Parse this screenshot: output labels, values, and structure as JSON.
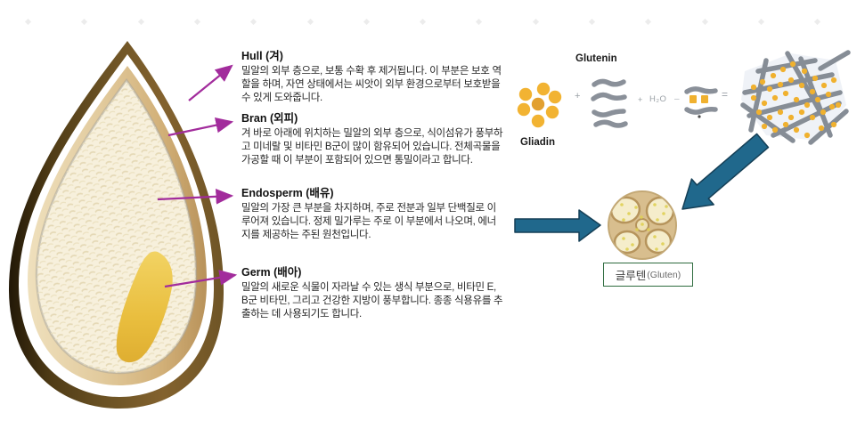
{
  "grain": {
    "illustration": "wheat-kernel-cross-section",
    "sections": [
      {
        "id": "hull",
        "title": "Hull (겨)",
        "body": "밀알의 외부 층으로, 보통 수확 후 제거됩니다. 이 부분은 보호 역할을 하며, 자연 상태에서는 씨앗이 외부 환경으로부터 보호받을 수 있게 도와줍니다."
      },
      {
        "id": "bran",
        "title": "Bran (외피)",
        "body": "겨 바로 아래에 위치하는 밀알의 외부 층으로, 식이섬유가 풍부하고 미네랄 및 비타민 B군이 많이 함유되어 있습니다. 전체곡물을 가공할 때 이 부분이 포함되어 있으면 통밀이라고 합니다."
      },
      {
        "id": "endosperm",
        "title": "Endosperm (배유)",
        "body": "밀알의 가장 큰 부분을 차지하며, 주로 전분과 일부 단백질로 이루어져 있습니다. 정제 밀가루는 주로 이 부분에서 나오며, 에너지를 제공하는 주된 원천입니다."
      },
      {
        "id": "germ",
        "title": "Germ (배아)",
        "body": "밀알의 새로운 식물이 자라날 수 있는 생식 부분으로, 비타민 E, B군 비타민, 그리고 건강한 지방이 풍부합니다. 종종 식용유를 추출하는 데 사용되기도 합니다."
      }
    ]
  },
  "equation": {
    "gliadin_label": "Gliadin",
    "glutenin_label": "Glutenin",
    "plus1": "+",
    "plus2": "+",
    "water": "H₂O",
    "dash": "–",
    "equals": "=",
    "result_label_ko": "글루텐",
    "result_label_en": "(Gluten)"
  },
  "colors": {
    "pointer_magenta": "#A22C9C",
    "arrow_teal": "#20688C",
    "gliadin_yellow": "#F0B12F",
    "glutenin_gray": "#8A9099",
    "gluten_box_green": "#2E6B3E",
    "hull_brown": "#6B5224",
    "germ_yellow": "#E9BE3E"
  },
  "decor": {
    "top_mark_count": 15
  }
}
